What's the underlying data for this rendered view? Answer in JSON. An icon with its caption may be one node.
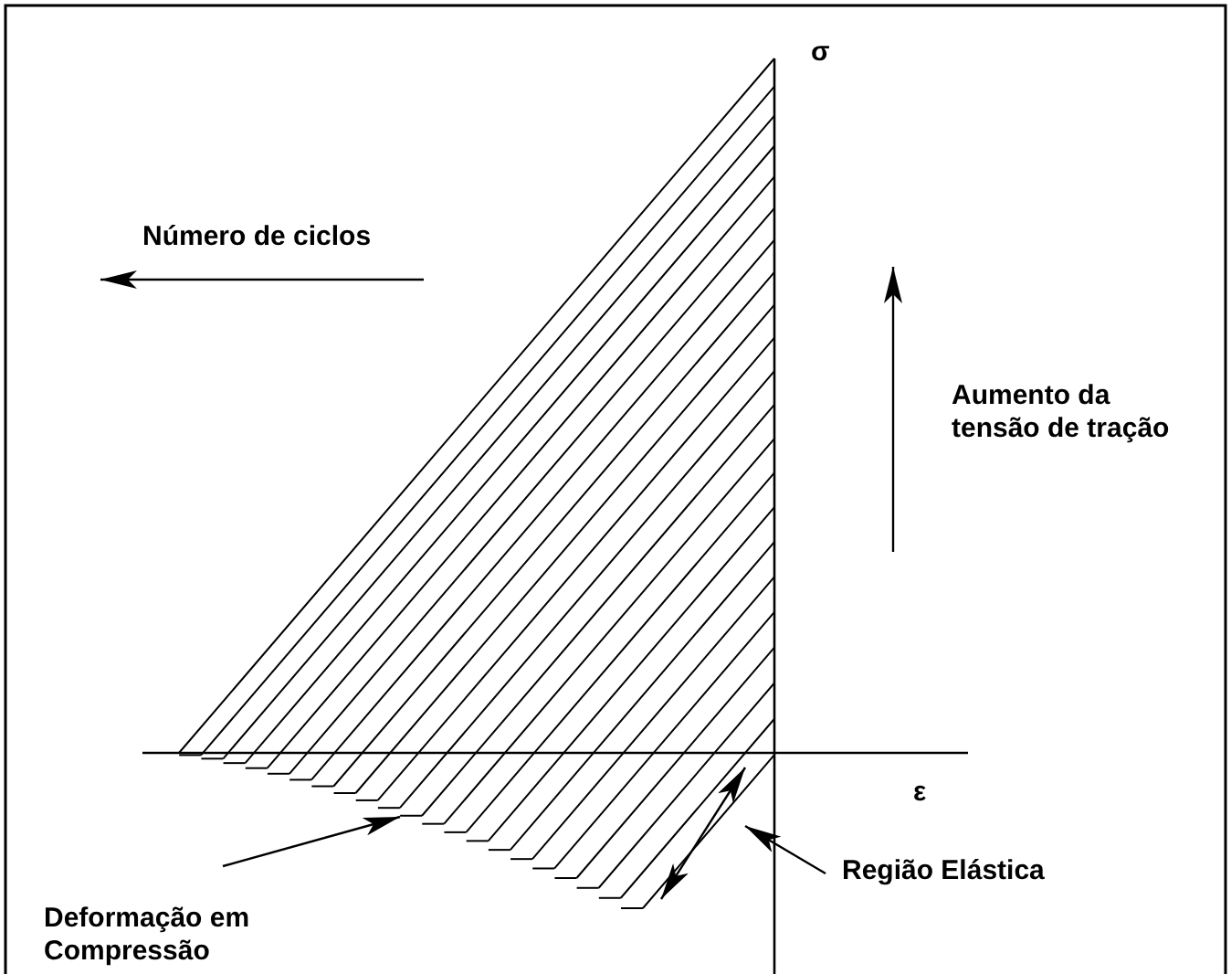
{
  "diagram": {
    "nodes": [
      {
        "text": [
          "Deformação em Compressão"
        ]
      },
      {
        "text": [
          "Região Elástica"
        ]
      }
    ],
    "edges": [
      {
        "from": 0,
        "to": null,
        "arrow": "to"
      },
      {
        "from": 1,
        "to": null,
        "arrow": "to"
      }
    ],
    "labels": [
      "σ",
      "Número de ciclos",
      "Aumento da tensão de tração",
      "ε"
    ]
  }
}
